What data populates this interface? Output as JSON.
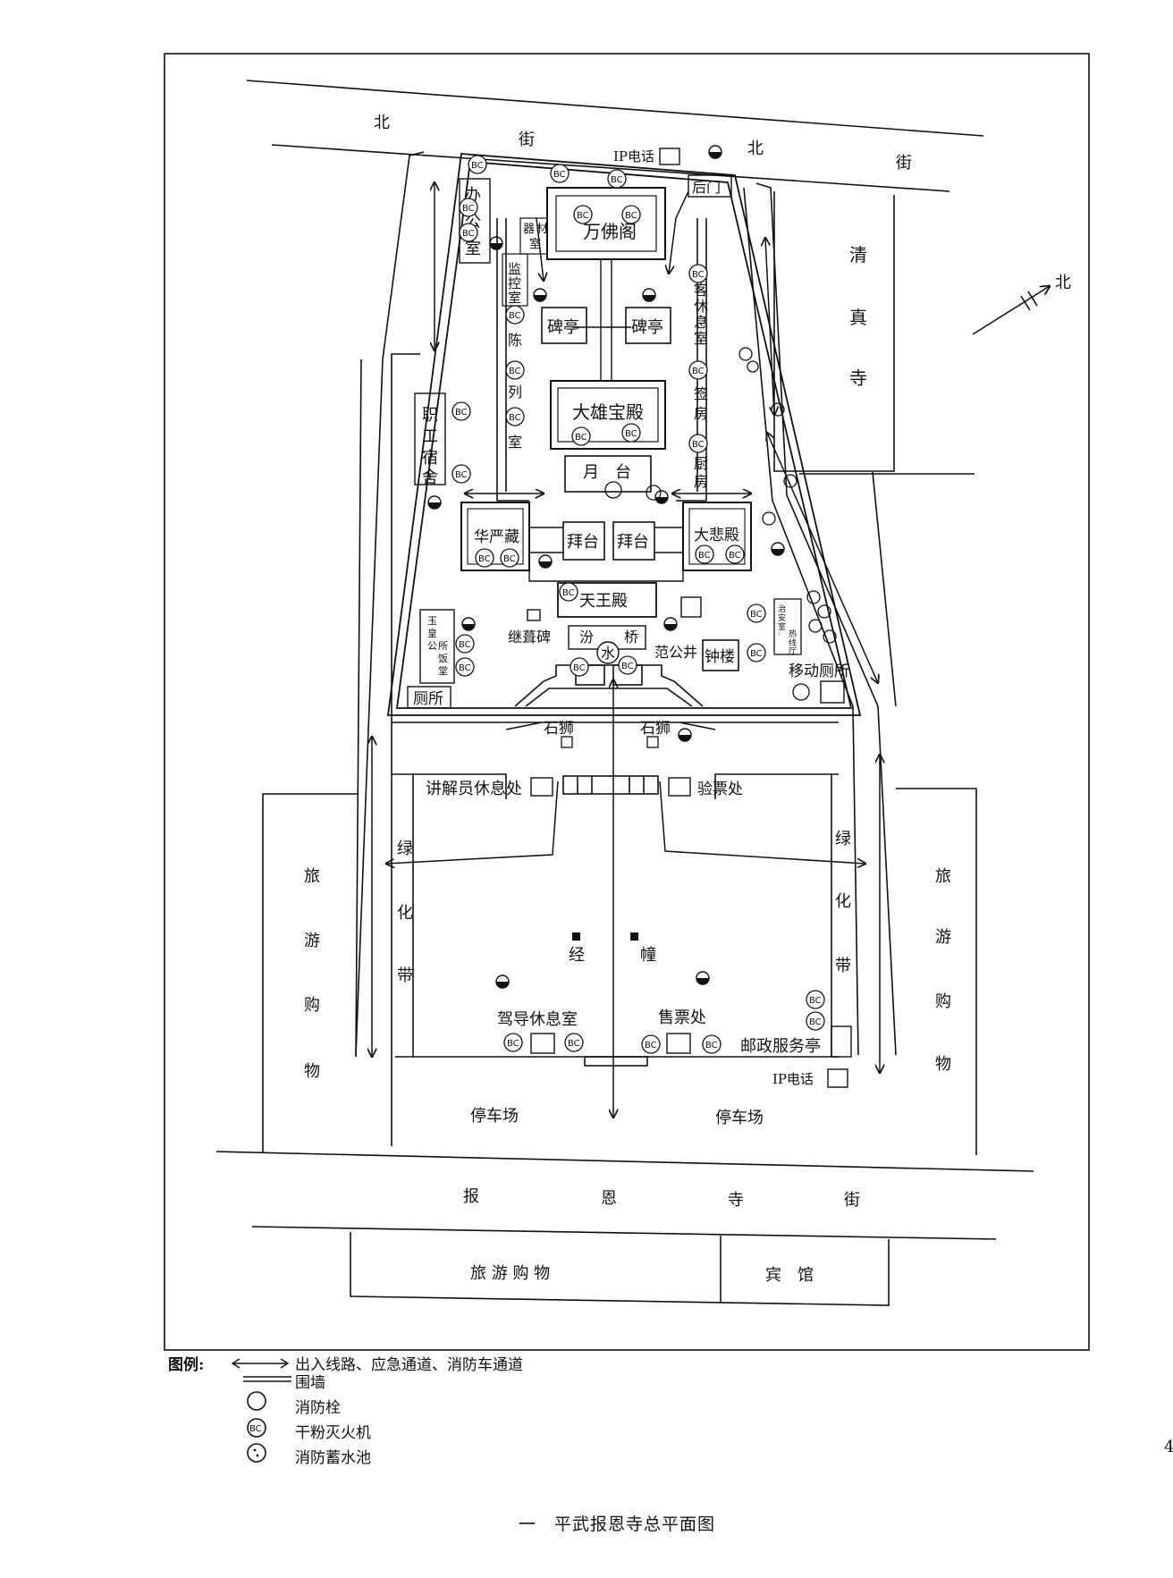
{
  "plan": {
    "streets": {
      "north_left": [
        "北",
        "街"
      ],
      "north_right": [
        "北",
        "街"
      ],
      "south": [
        "报",
        "恩",
        "寺",
        "街"
      ]
    },
    "north_arrow": "北",
    "outside": {
      "mosque": [
        "清",
        "真",
        "寺"
      ],
      "shop_left": [
        "旅",
        "游",
        "购",
        "物"
      ],
      "shop_right": [
        "旅",
        "游",
        "购",
        "物"
      ],
      "shop_bottom": "旅 游 购 物",
      "hotel": "宾　馆"
    },
    "buildings": {
      "wanfoge": "万佛阁",
      "stele_left": "碑亭",
      "stele_right": "碑亭",
      "daxiong": "大雄宝殿",
      "yuetai": "月　台",
      "huayan": "华严藏",
      "dabei": "大悲殿",
      "baitai_left": "拜台",
      "baitai_right": "拜台",
      "tianwang": "天王殿",
      "zhonglou": "钟楼",
      "yueyan": "继葺碑",
      "fanggong": "范公井",
      "bridge": [
        "汾",
        "水",
        "桥"
      ],
      "shishi_left": "石狮",
      "shishi_right": "石狮"
    },
    "rooms": {
      "office": [
        "办",
        "公",
        "室"
      ],
      "staff": [
        "职",
        "工",
        "宿",
        "舍"
      ],
      "monitor": [
        "监",
        "控",
        "室"
      ],
      "equipment": [
        "器",
        "材",
        "室"
      ],
      "exhibit": [
        "陈",
        "列",
        "室"
      ],
      "guest": [
        "客",
        "休",
        "息",
        "室"
      ],
      "signing": [
        "签",
        "房"
      ],
      "kitchen": [
        "厨",
        "房"
      ],
      "restaurant": [
        "玉",
        "皇",
        "公",
        "所",
        "饭",
        "堂"
      ],
      "toilet": "厕所",
      "security": [
        "治",
        "安",
        "室",
        "·",
        "热",
        "线",
        "厅"
      ],
      "mobile_toilet": "移动厕所",
      "back_gate": "后门",
      "ip_phone_top": "IP电话",
      "ip_phone_bottom": "IP电话"
    },
    "plaza": {
      "guide_rest": "讲解员休息处",
      "ticket_check": "验票处",
      "driver_rest": "驾导休息室",
      "ticket_sale": "售票处",
      "post": "邮政服务亭",
      "pillar_left": "经",
      "pillar_right": "幢",
      "green_left": [
        "绿",
        "化",
        "带"
      ],
      "green_right": [
        "绿",
        "化",
        "带"
      ],
      "parking_left": "停车场",
      "parking_right": "停车场"
    },
    "extinguisher_label": "BC"
  },
  "legend": {
    "title": "图例:",
    "route": "出入线路、应急通道、消防车通道",
    "wall": "围墙",
    "hydrant": "消防栓",
    "extinguisher": "干粉灭火机",
    "pool": "消防蓄水池"
  },
  "caption": "一　平武报恩寺总平面图",
  "page_number": "4"
}
